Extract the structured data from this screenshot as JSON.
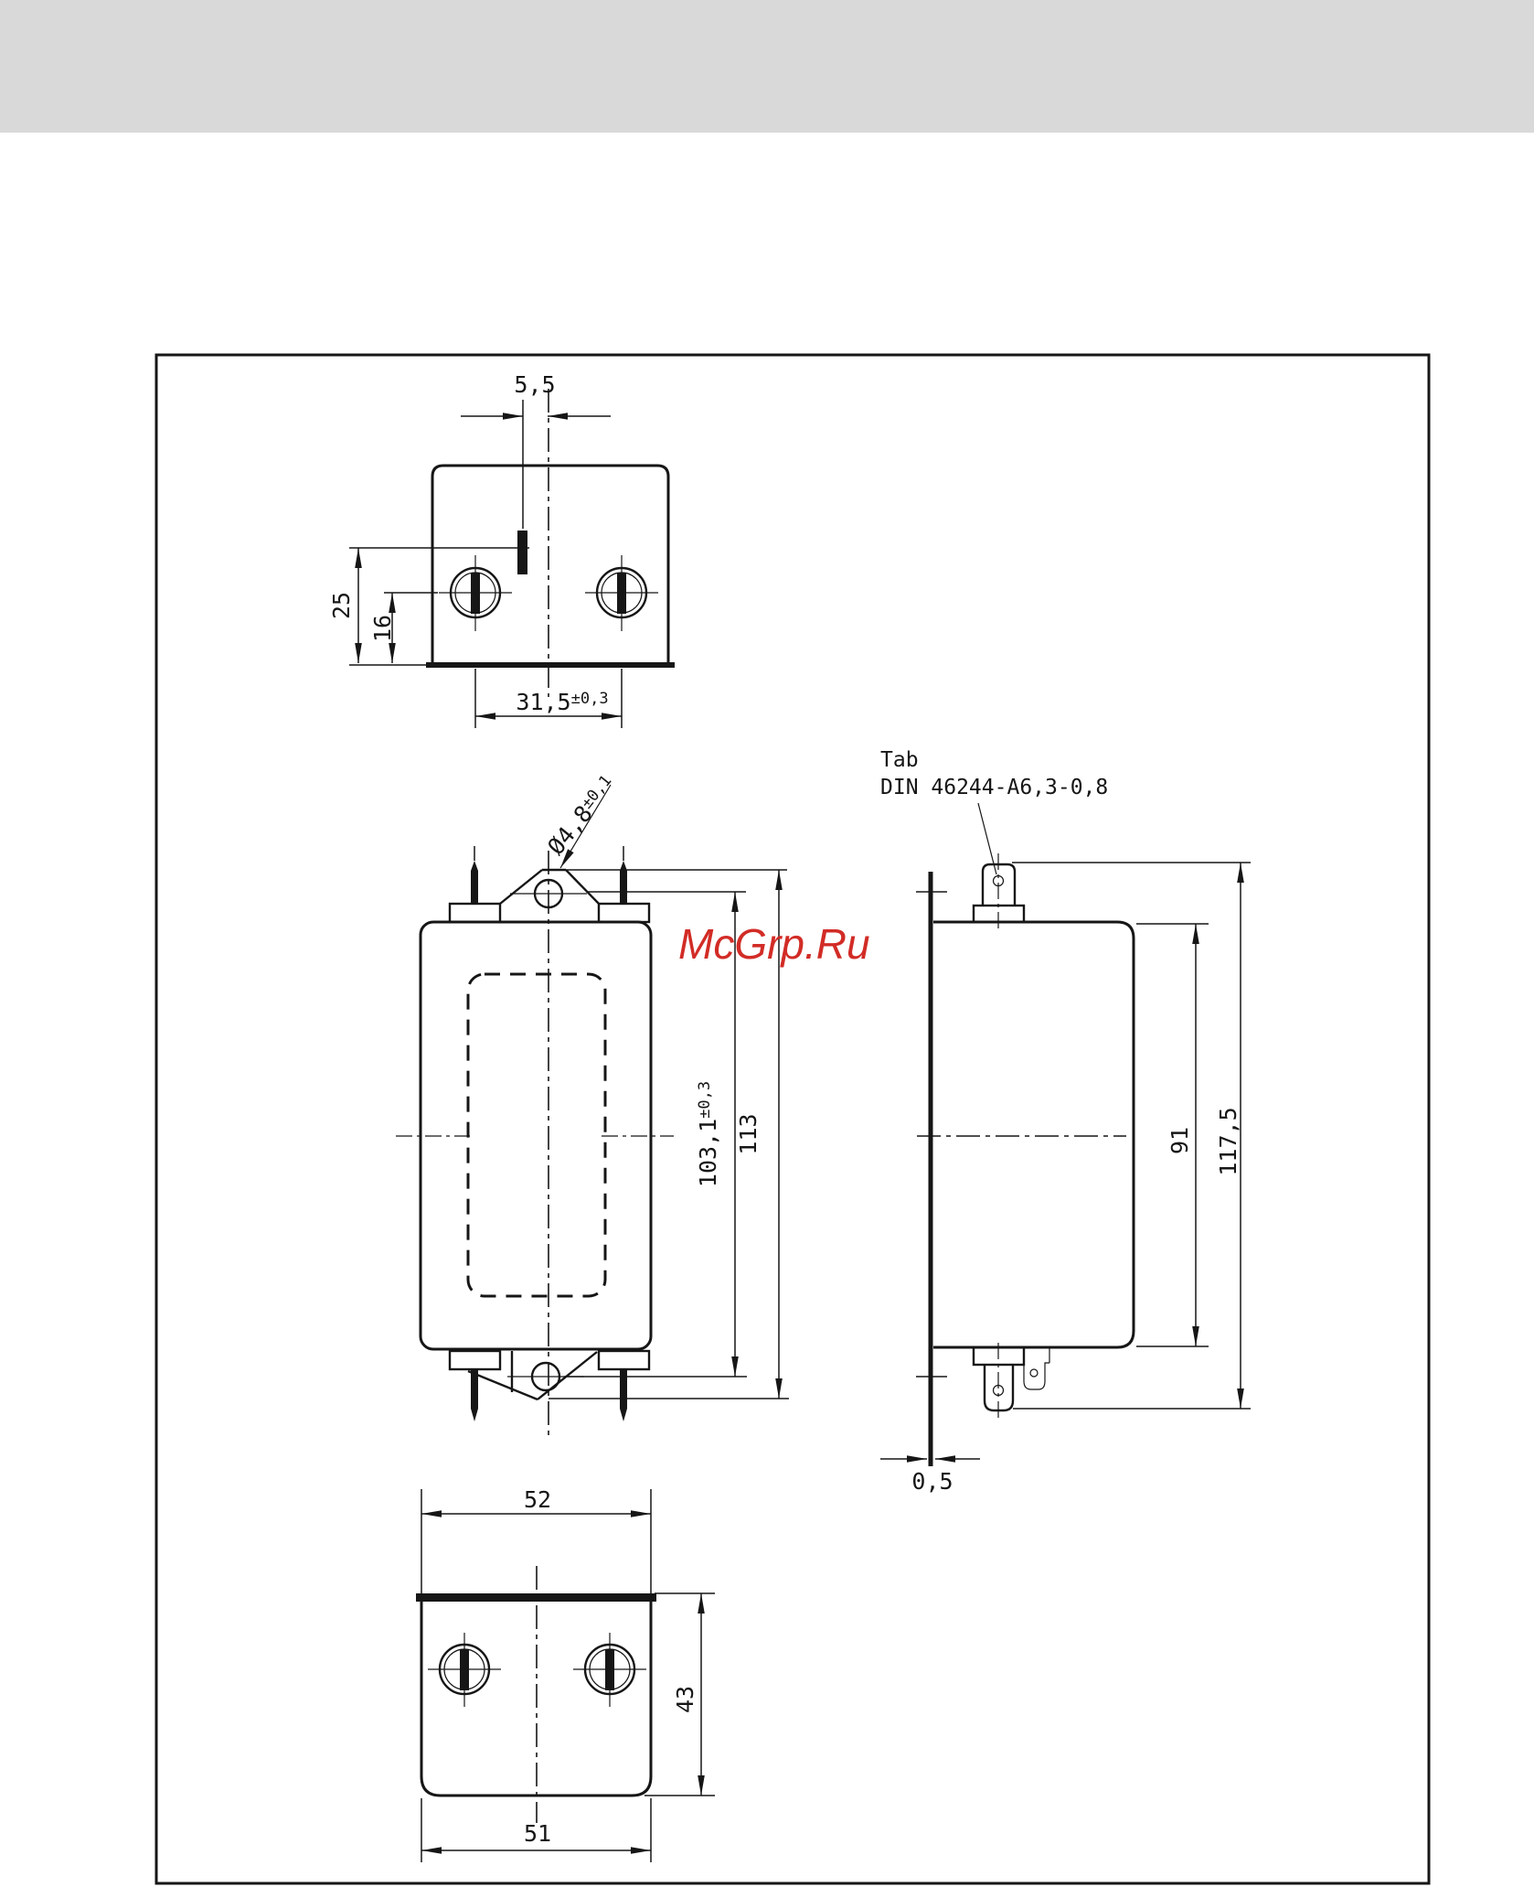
{
  "page": {
    "background": "#ffffff",
    "header_bar_color": "#d9d9d9",
    "line_color": "#161616"
  },
  "watermark": {
    "text": "McGrp.Ru",
    "color": "#d22c26"
  },
  "top_view": {
    "dim_pin_offset": "5,5",
    "dim_terminal_to_base": "25",
    "dim_holes_to_base": "16",
    "dim_hole_pitch": "31,5",
    "dim_hole_pitch_tol": "±0,3"
  },
  "front_view": {
    "dim_hole_dia": "Ø4,8",
    "dim_hole_dia_tol": "±0,1",
    "dim_mounting_height": "103,1",
    "dim_mounting_height_tol": "±0,3",
    "dim_overall_height": "113"
  },
  "side_view": {
    "tab_note_line1": "Tab",
    "tab_note_line2": "DIN 46244-A6,3-0,8",
    "dim_body_height": "91",
    "dim_overall_height": "117,5",
    "dim_plate_thickness": "0,5"
  },
  "bottom_view": {
    "dim_flange_width": "52",
    "dim_depth": "43",
    "dim_body_width": "51"
  }
}
